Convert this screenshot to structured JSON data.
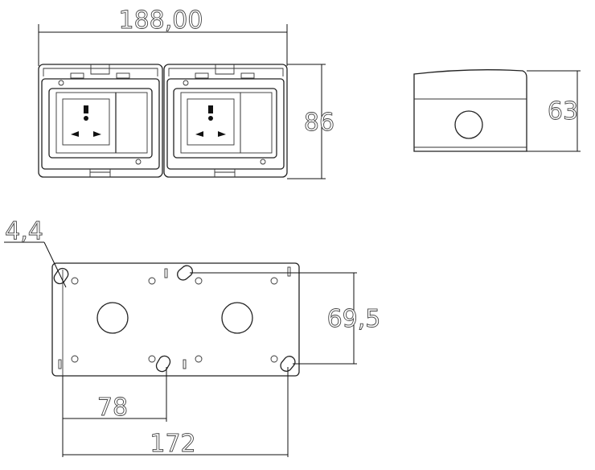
{
  "title": "Double waterproof socket box dimension drawing",
  "dimensions": {
    "overall_width": "188,00",
    "overall_height": "86",
    "depth": "63",
    "hole_diameter": "4,4",
    "vertical_hole_spacing": "69,5",
    "horizontal_hole_spacing_short": "78",
    "horizontal_hole_spacing_long": "172"
  },
  "colors": {
    "line": "#222222",
    "background": "#ffffff"
  }
}
